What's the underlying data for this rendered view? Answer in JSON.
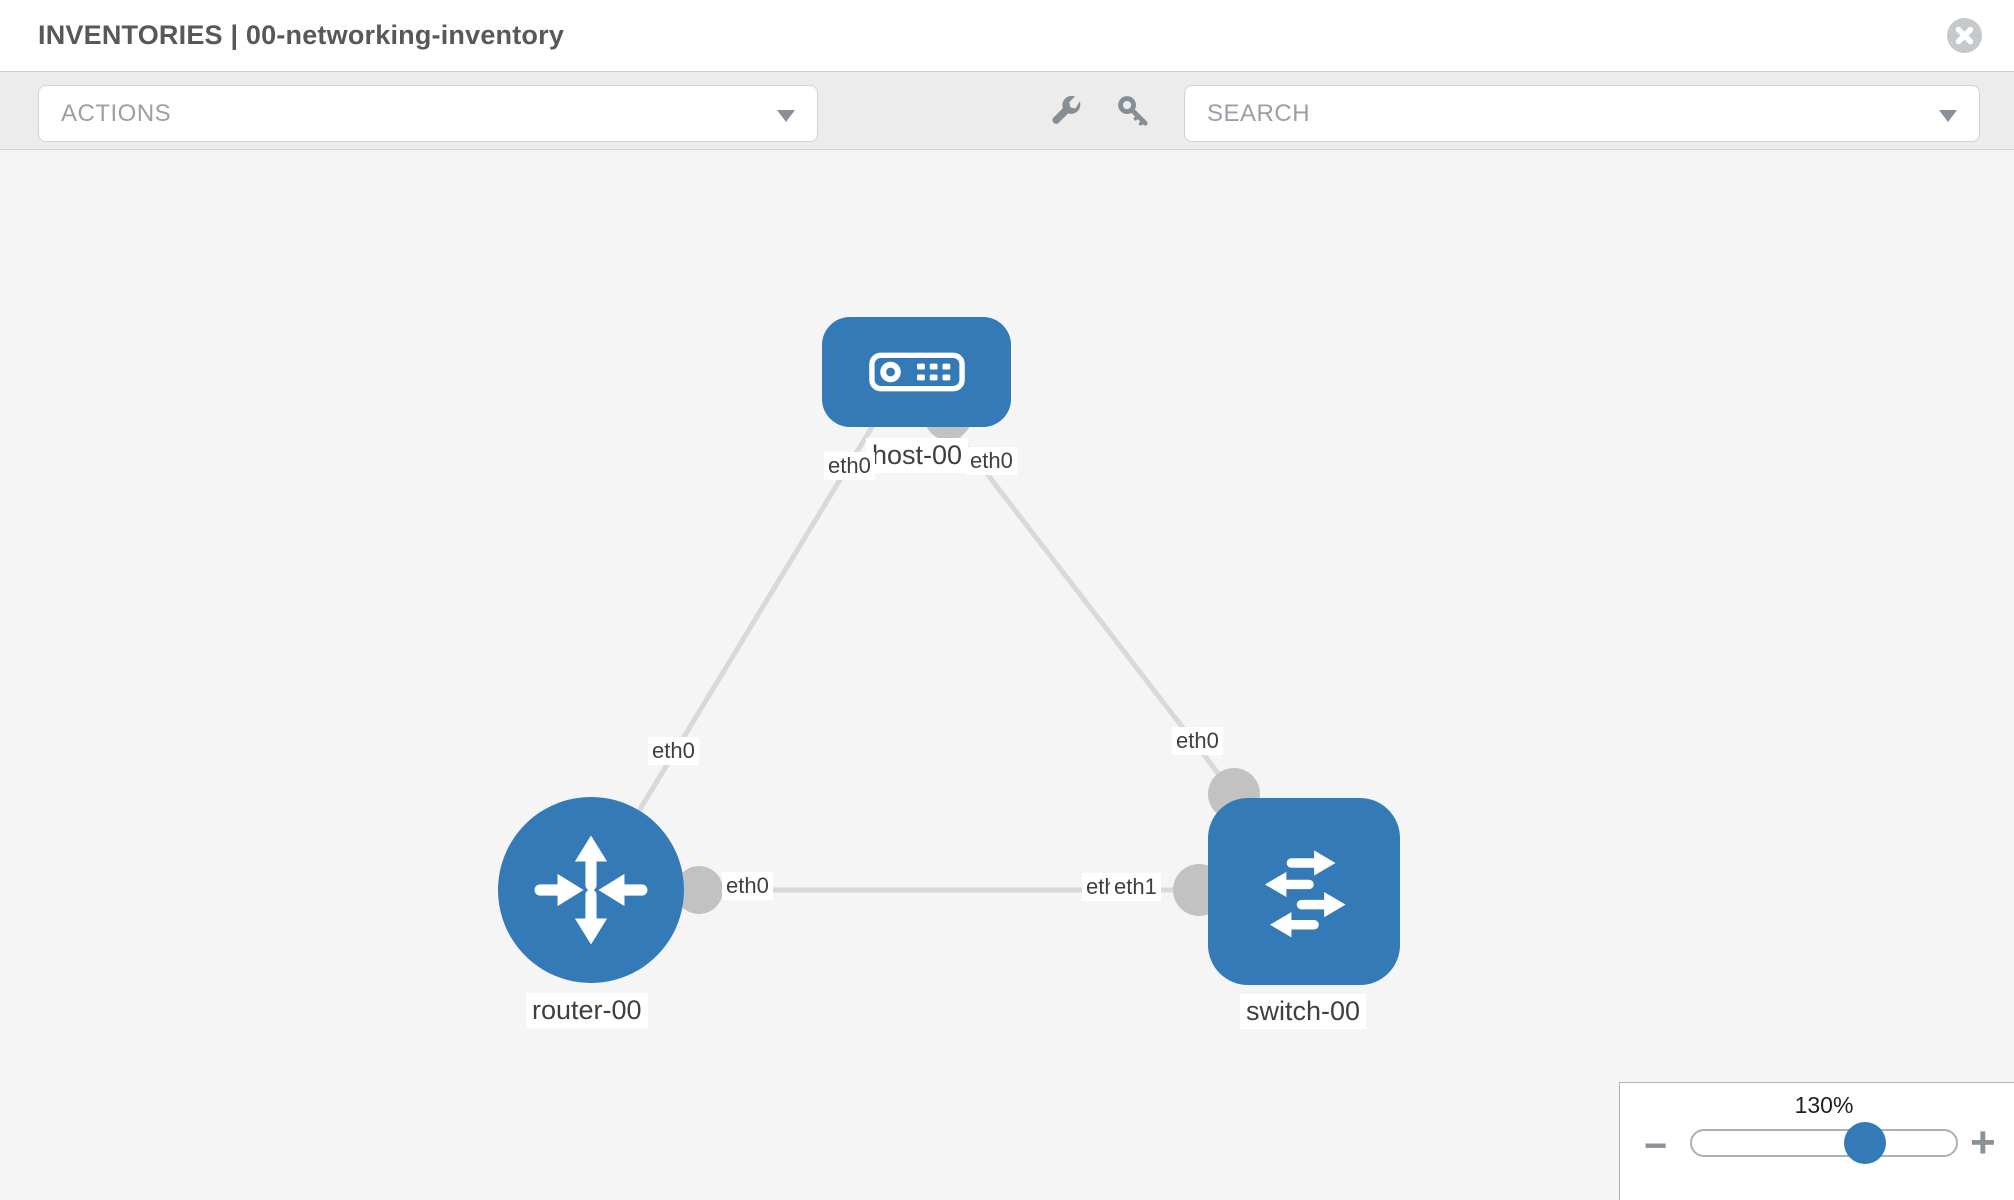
{
  "header": {
    "title": "INVENTORIES | 00-networking-inventory",
    "close_icon": "circle-x-icon"
  },
  "toolbar": {
    "actions_label": "ACTIONS",
    "search_placeholder": "SEARCH",
    "wrench_icon": "wrench-icon",
    "key_icon": "key-icon",
    "caret_icon": "chevron-down-icon"
  },
  "diagram": {
    "nodes": [
      {
        "label": "host-00",
        "type": "host",
        "icon": "host-device-icon"
      },
      {
        "label": "router-00",
        "type": "router",
        "icon": "router-arrows-icon"
      },
      {
        "label": "switch-00",
        "type": "switch",
        "icon": "switch-arrows-icon"
      }
    ],
    "links": [
      {
        "from": "host-00",
        "to": "router-00"
      },
      {
        "from": "host-00",
        "to": "switch-00"
      },
      {
        "from": "router-00",
        "to": "switch-00"
      }
    ],
    "interfaces": {
      "host_left": "eth0",
      "host_right": "eth0",
      "router_link": "eth0",
      "switch_link": "eth0",
      "router_right": "eth0",
      "switch_left_under": "eth0",
      "switch_left_over": "eth1"
    }
  },
  "zoom_control": {
    "percent": "130%",
    "minus_label": "−",
    "plus_label": "+"
  },
  "colors": {
    "node_blue": "#337ab7",
    "link_gray": "#d9d9d9",
    "connector_gray": "#c2c2c2",
    "canvas_bg": "#f5f5f6",
    "toolbar_bg": "#ececec",
    "label_text": "#3f3f3f",
    "muted_text": "#9aa0a5",
    "icon_gray": "#868e96",
    "title_text": "#585858",
    "thumb_blue": "#337ab7"
  }
}
